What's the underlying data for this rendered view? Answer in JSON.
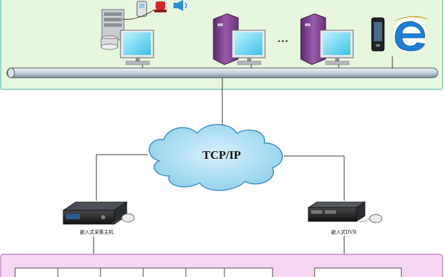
{
  "network_label": "TCP/IP",
  "ellipsis": "...",
  "devices": {
    "collector_label": "嵌入式采集主机",
    "dvr_label": "嵌入式DVR"
  },
  "colors": {
    "top_panel_fill": "#e6f7de",
    "top_panel_border": "#7fc7c0",
    "bottom_panel_fill": "#f6d6f2",
    "bottom_panel_border": "#c888c8",
    "cloud_fill": "#a8dcf2",
    "cloud_stroke": "#3f8fc0",
    "bus_fill": "#d4dde6"
  }
}
